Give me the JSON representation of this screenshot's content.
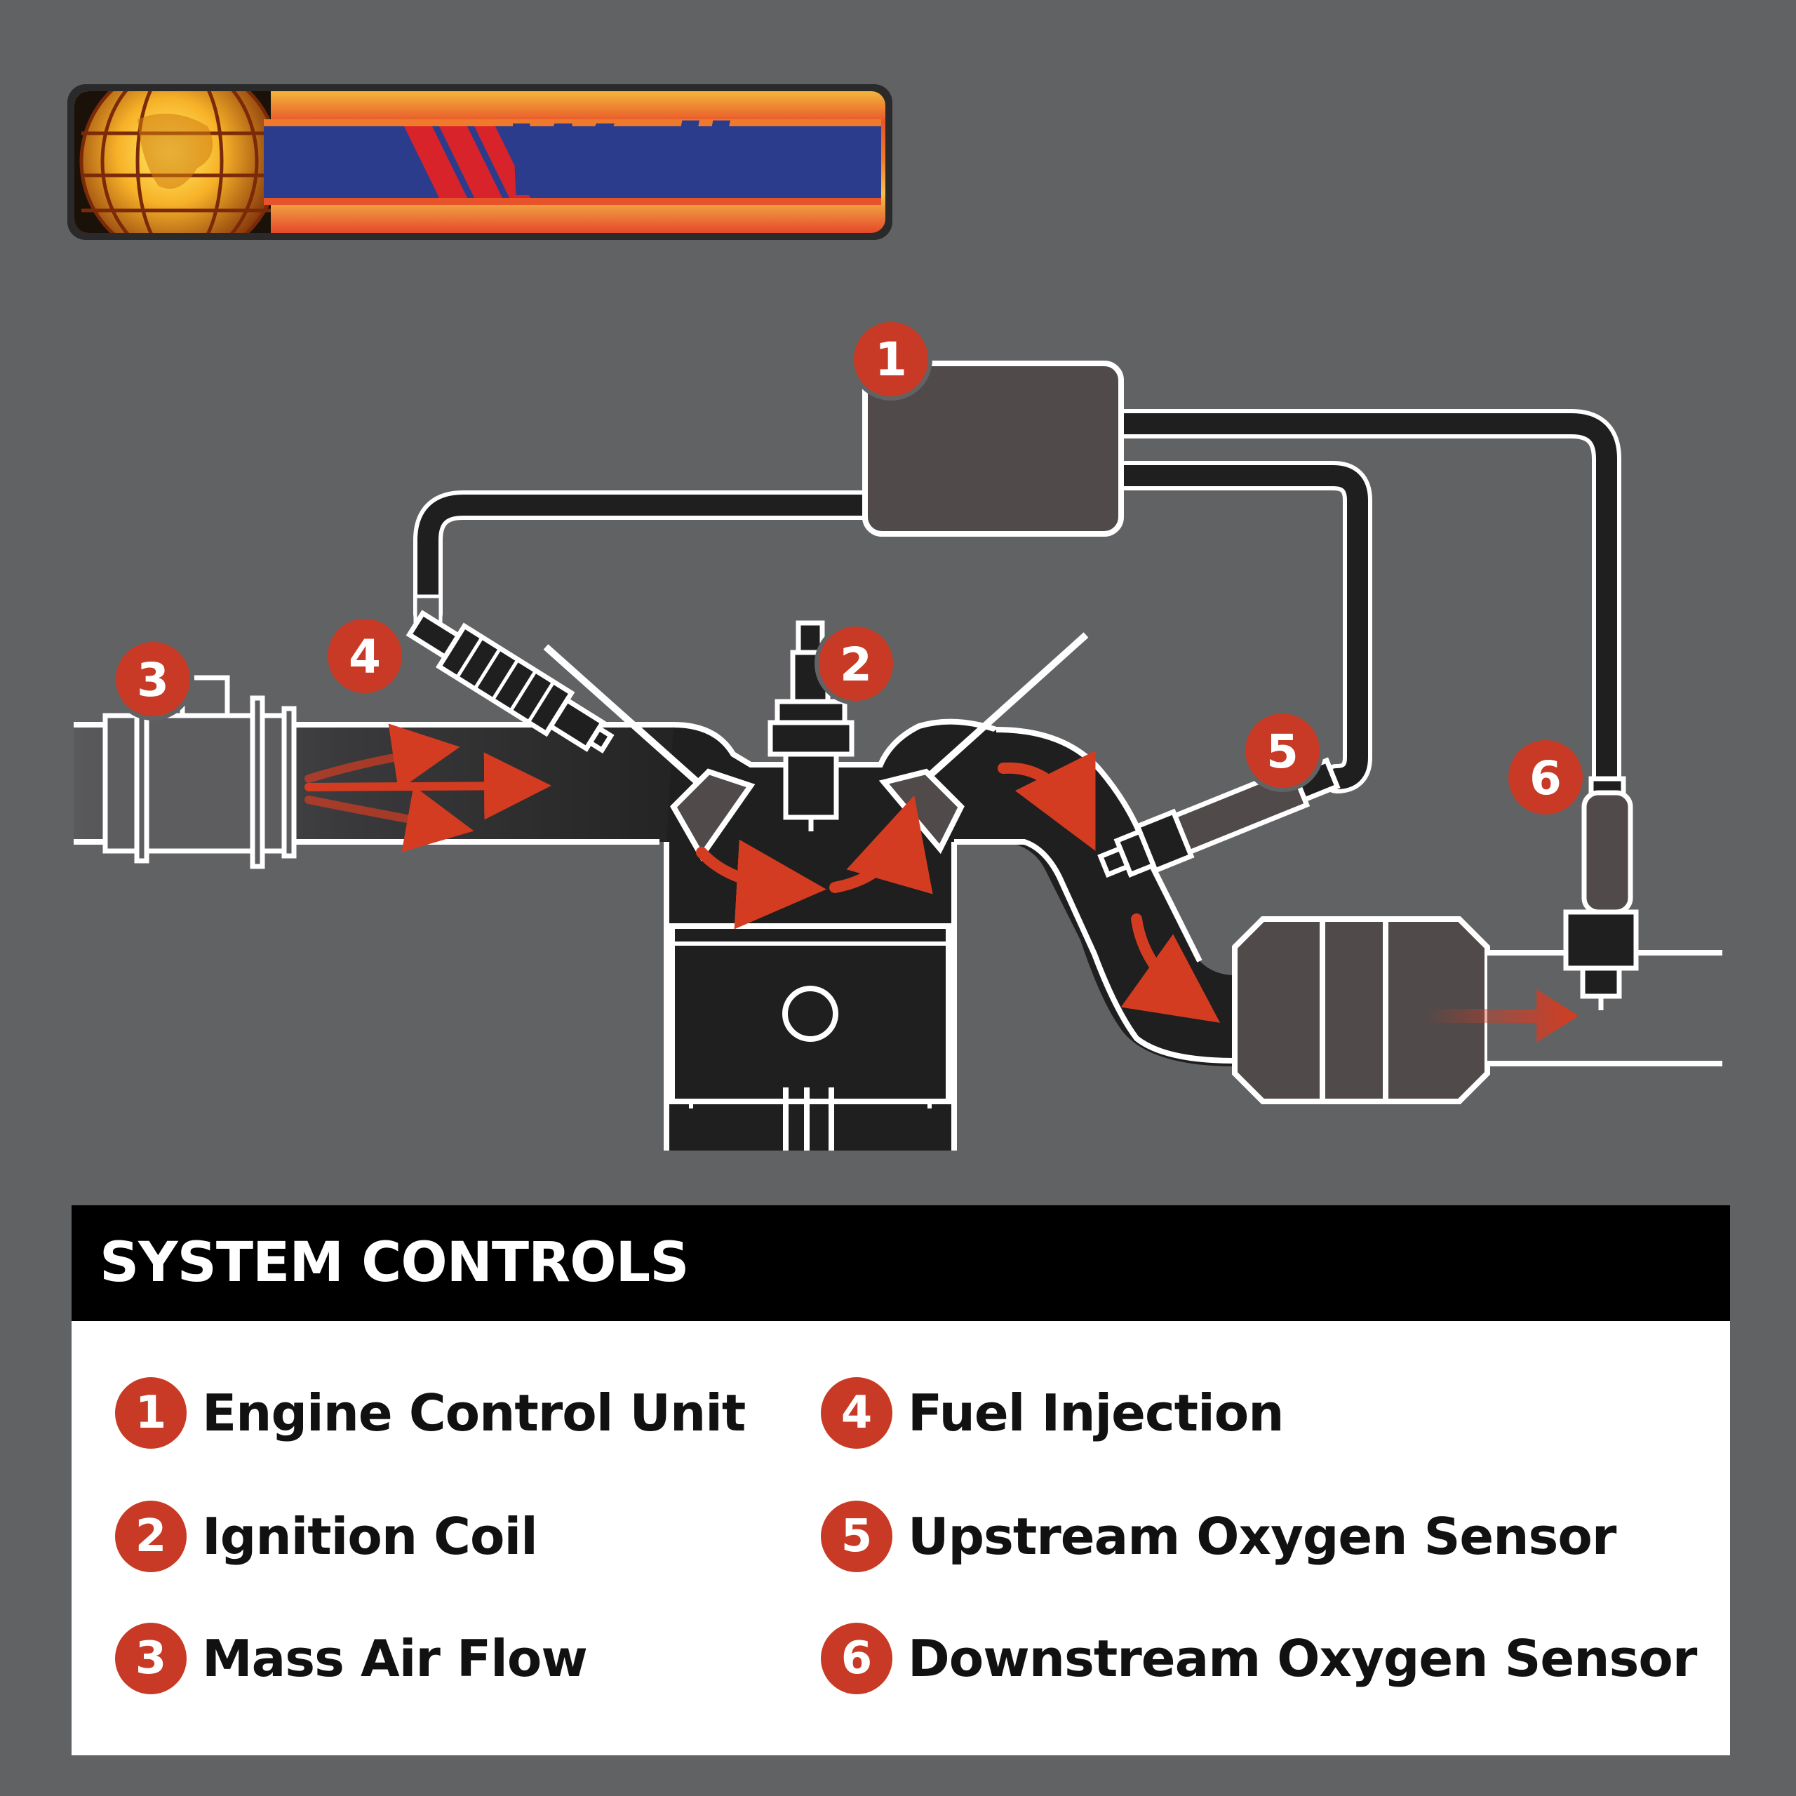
{
  "logo": {
    "brand": "Walker"
  },
  "diagram": {
    "callouts": [
      "1",
      "2",
      "3",
      "4",
      "5",
      "6"
    ]
  },
  "legend": {
    "title": "SYSTEM CONTROLS",
    "items": [
      {
        "num": "1",
        "label": "Engine Control Unit"
      },
      {
        "num": "2",
        "label": "Ignition Coil"
      },
      {
        "num": "3",
        "label": "Mass Air Flow"
      },
      {
        "num": "4",
        "label": "Fuel Injection"
      },
      {
        "num": "5",
        "label": "Upstream Oxygen Sensor"
      },
      {
        "num": "6",
        "label": "Downstream Oxygen Sensor"
      }
    ]
  },
  "colors": {
    "background": "#616264",
    "badge": "#c83a25",
    "arrow": "#d43c22",
    "outline": "#ffffff",
    "pipe": "#1f1f1f"
  }
}
